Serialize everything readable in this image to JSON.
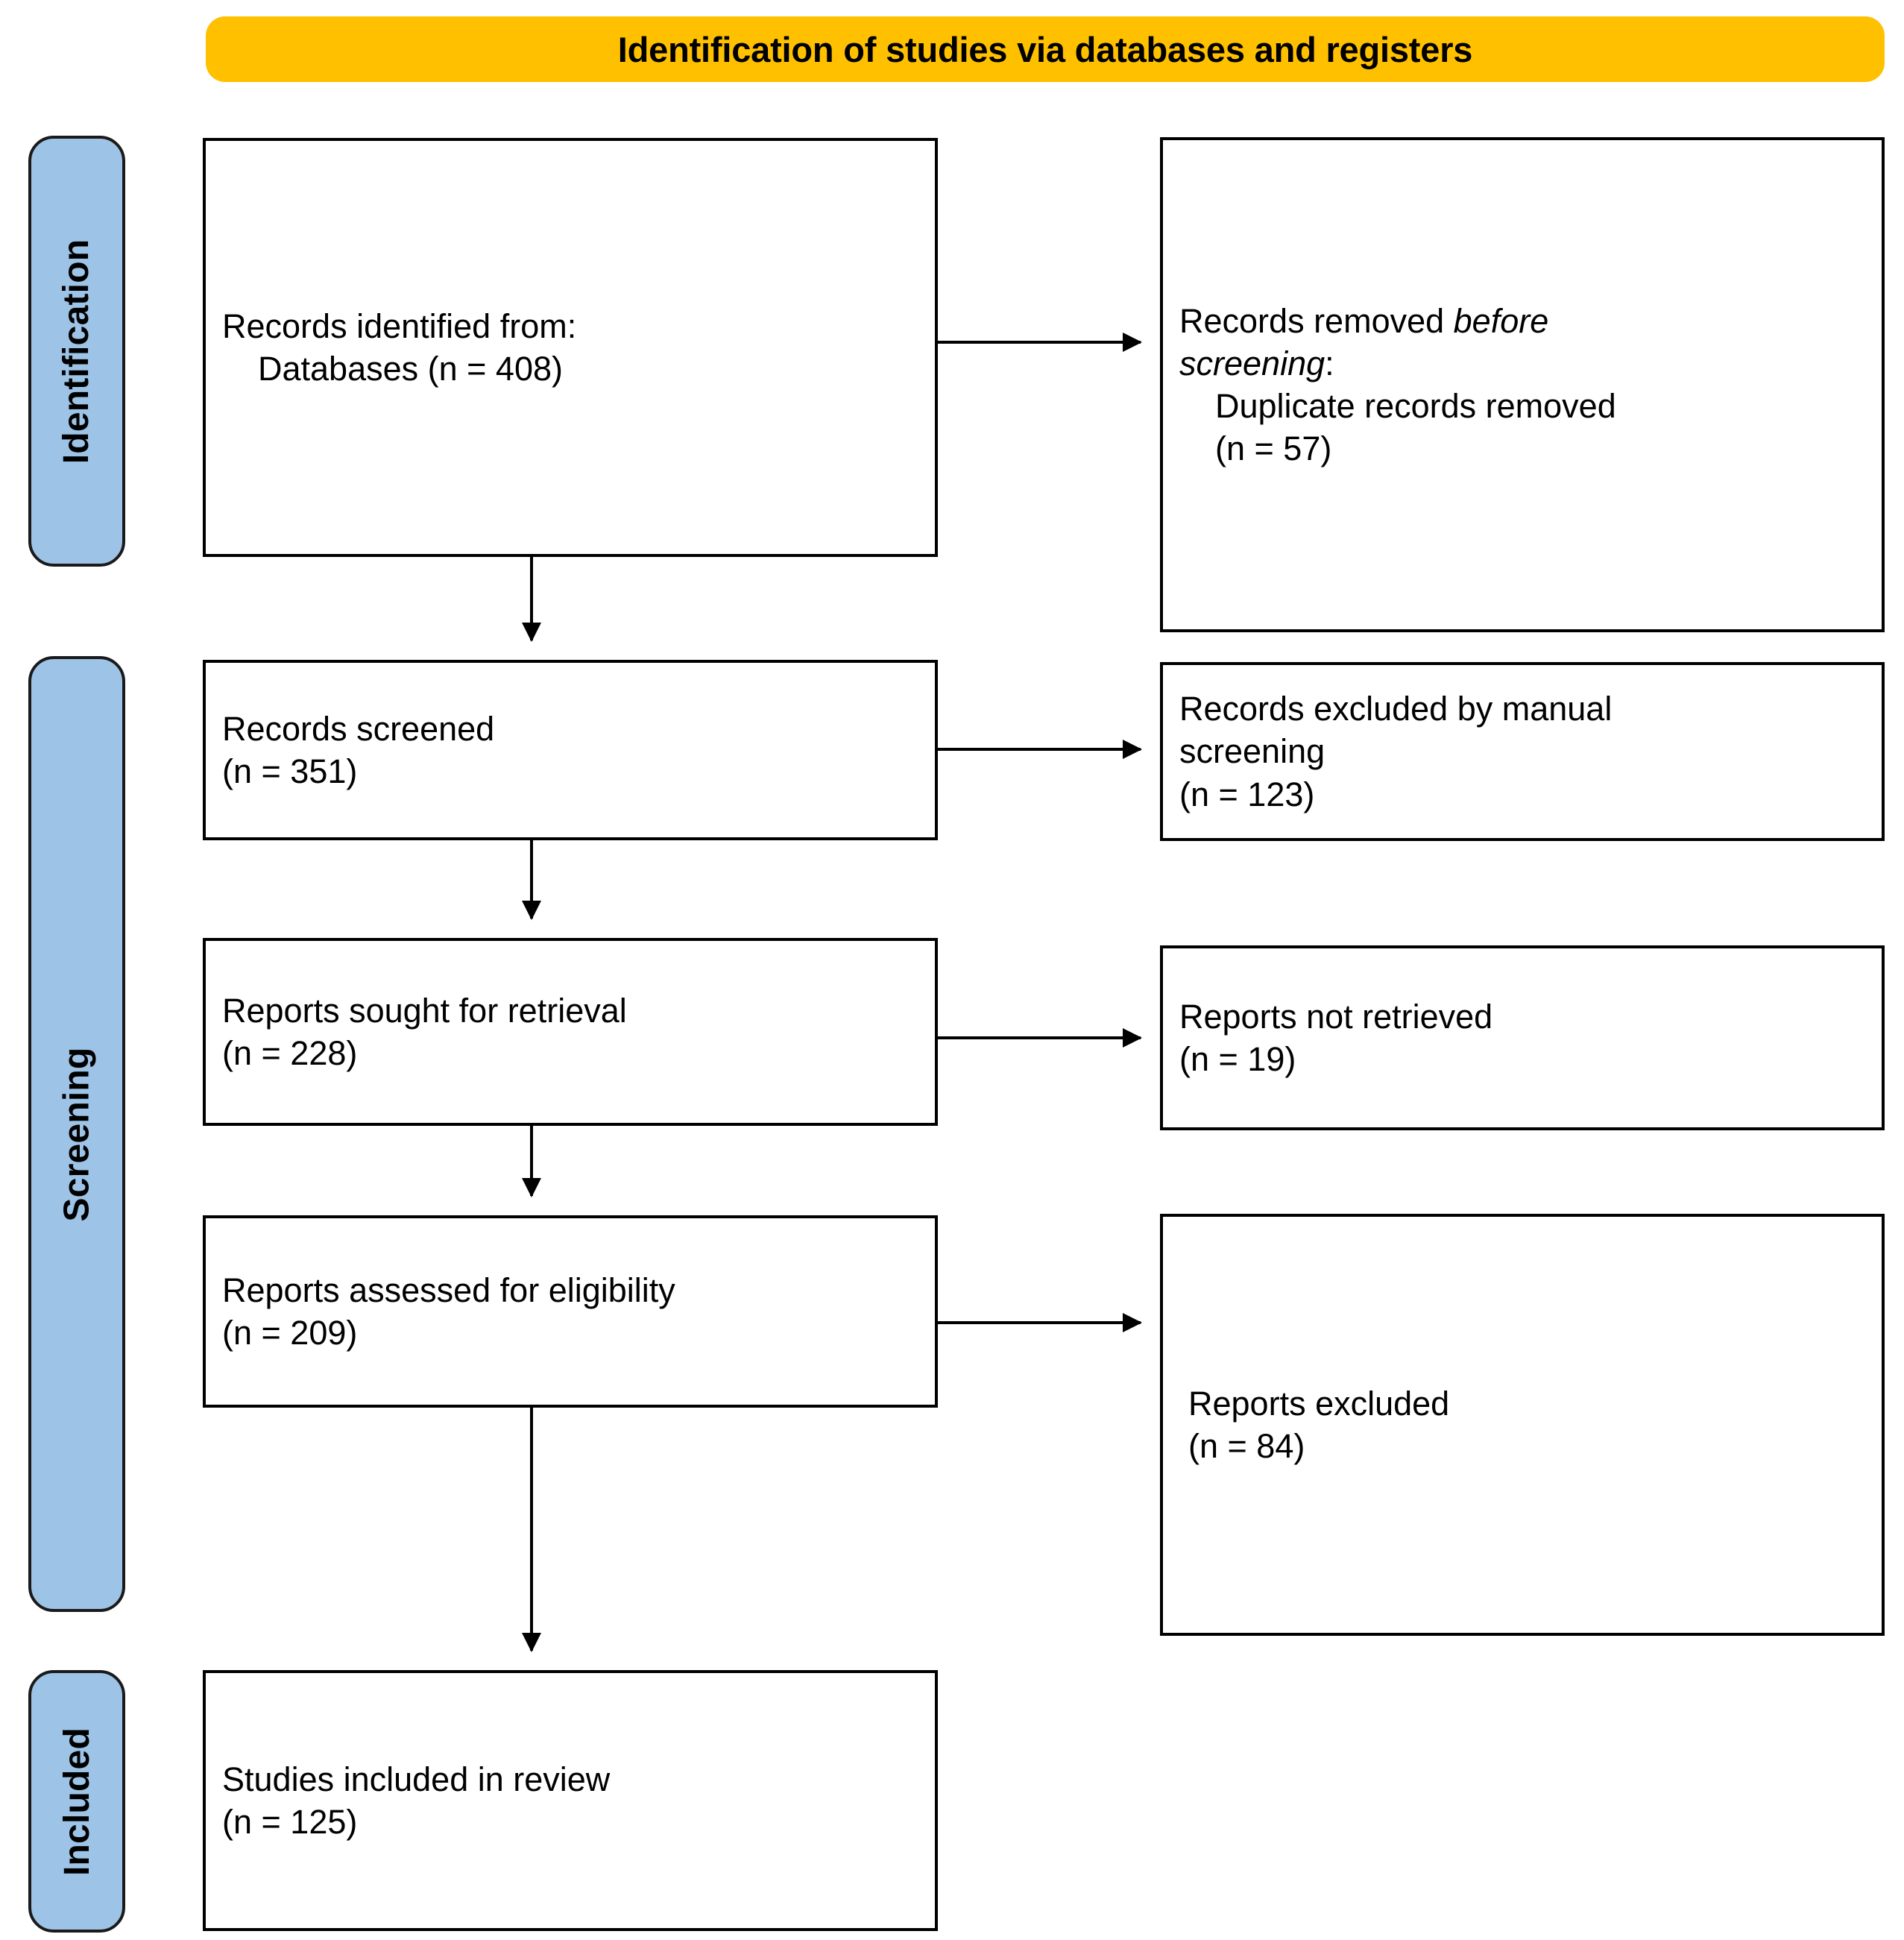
{
  "diagram": {
    "type": "PRISMA flow diagram",
    "banner": {
      "title": "Identification of studies via databases and registers",
      "color": "#FFC000"
    },
    "stage_label_color": "#9DC3E6",
    "stages": [
      {
        "key": "identification",
        "label": "Identification"
      },
      {
        "key": "screening",
        "label": "Screening"
      },
      {
        "key": "included",
        "label": "Included"
      }
    ],
    "boxes": {
      "records_identified": {
        "line1": "Records identified from:",
        "line2": "Databases (n = 408)",
        "n": 408
      },
      "records_removed": {
        "line1_pre": "Records removed ",
        "line1_em": "before",
        "line2_em": "screening",
        "line2_post": ":",
        "line3": "Duplicate records removed",
        "line4": "(n = 57)",
        "n": 57
      },
      "records_screened": {
        "line1": "Records screened",
        "line2": "(n = 351)",
        "n": 351
      },
      "records_excluded": {
        "line1": "Records excluded by manual",
        "line2": "screening",
        "line3": "(n = 123)",
        "n": 123
      },
      "reports_sought": {
        "line1": "Reports sought for retrieval",
        "line2": "(n = 228)",
        "n": 228
      },
      "reports_not_retrieved": {
        "line1": "Reports not retrieved",
        "line2": "(n = 19)",
        "n": 19
      },
      "reports_assessed": {
        "line1": "Reports assessed for eligibility",
        "line2": "(n = 209)",
        "n": 209
      },
      "reports_excluded": {
        "line1": "Reports excluded",
        "line2": "(n = 84)",
        "n": 84
      },
      "studies_included": {
        "line1": "Studies included in review",
        "line2": "(n = 125)",
        "n": 125
      }
    }
  }
}
